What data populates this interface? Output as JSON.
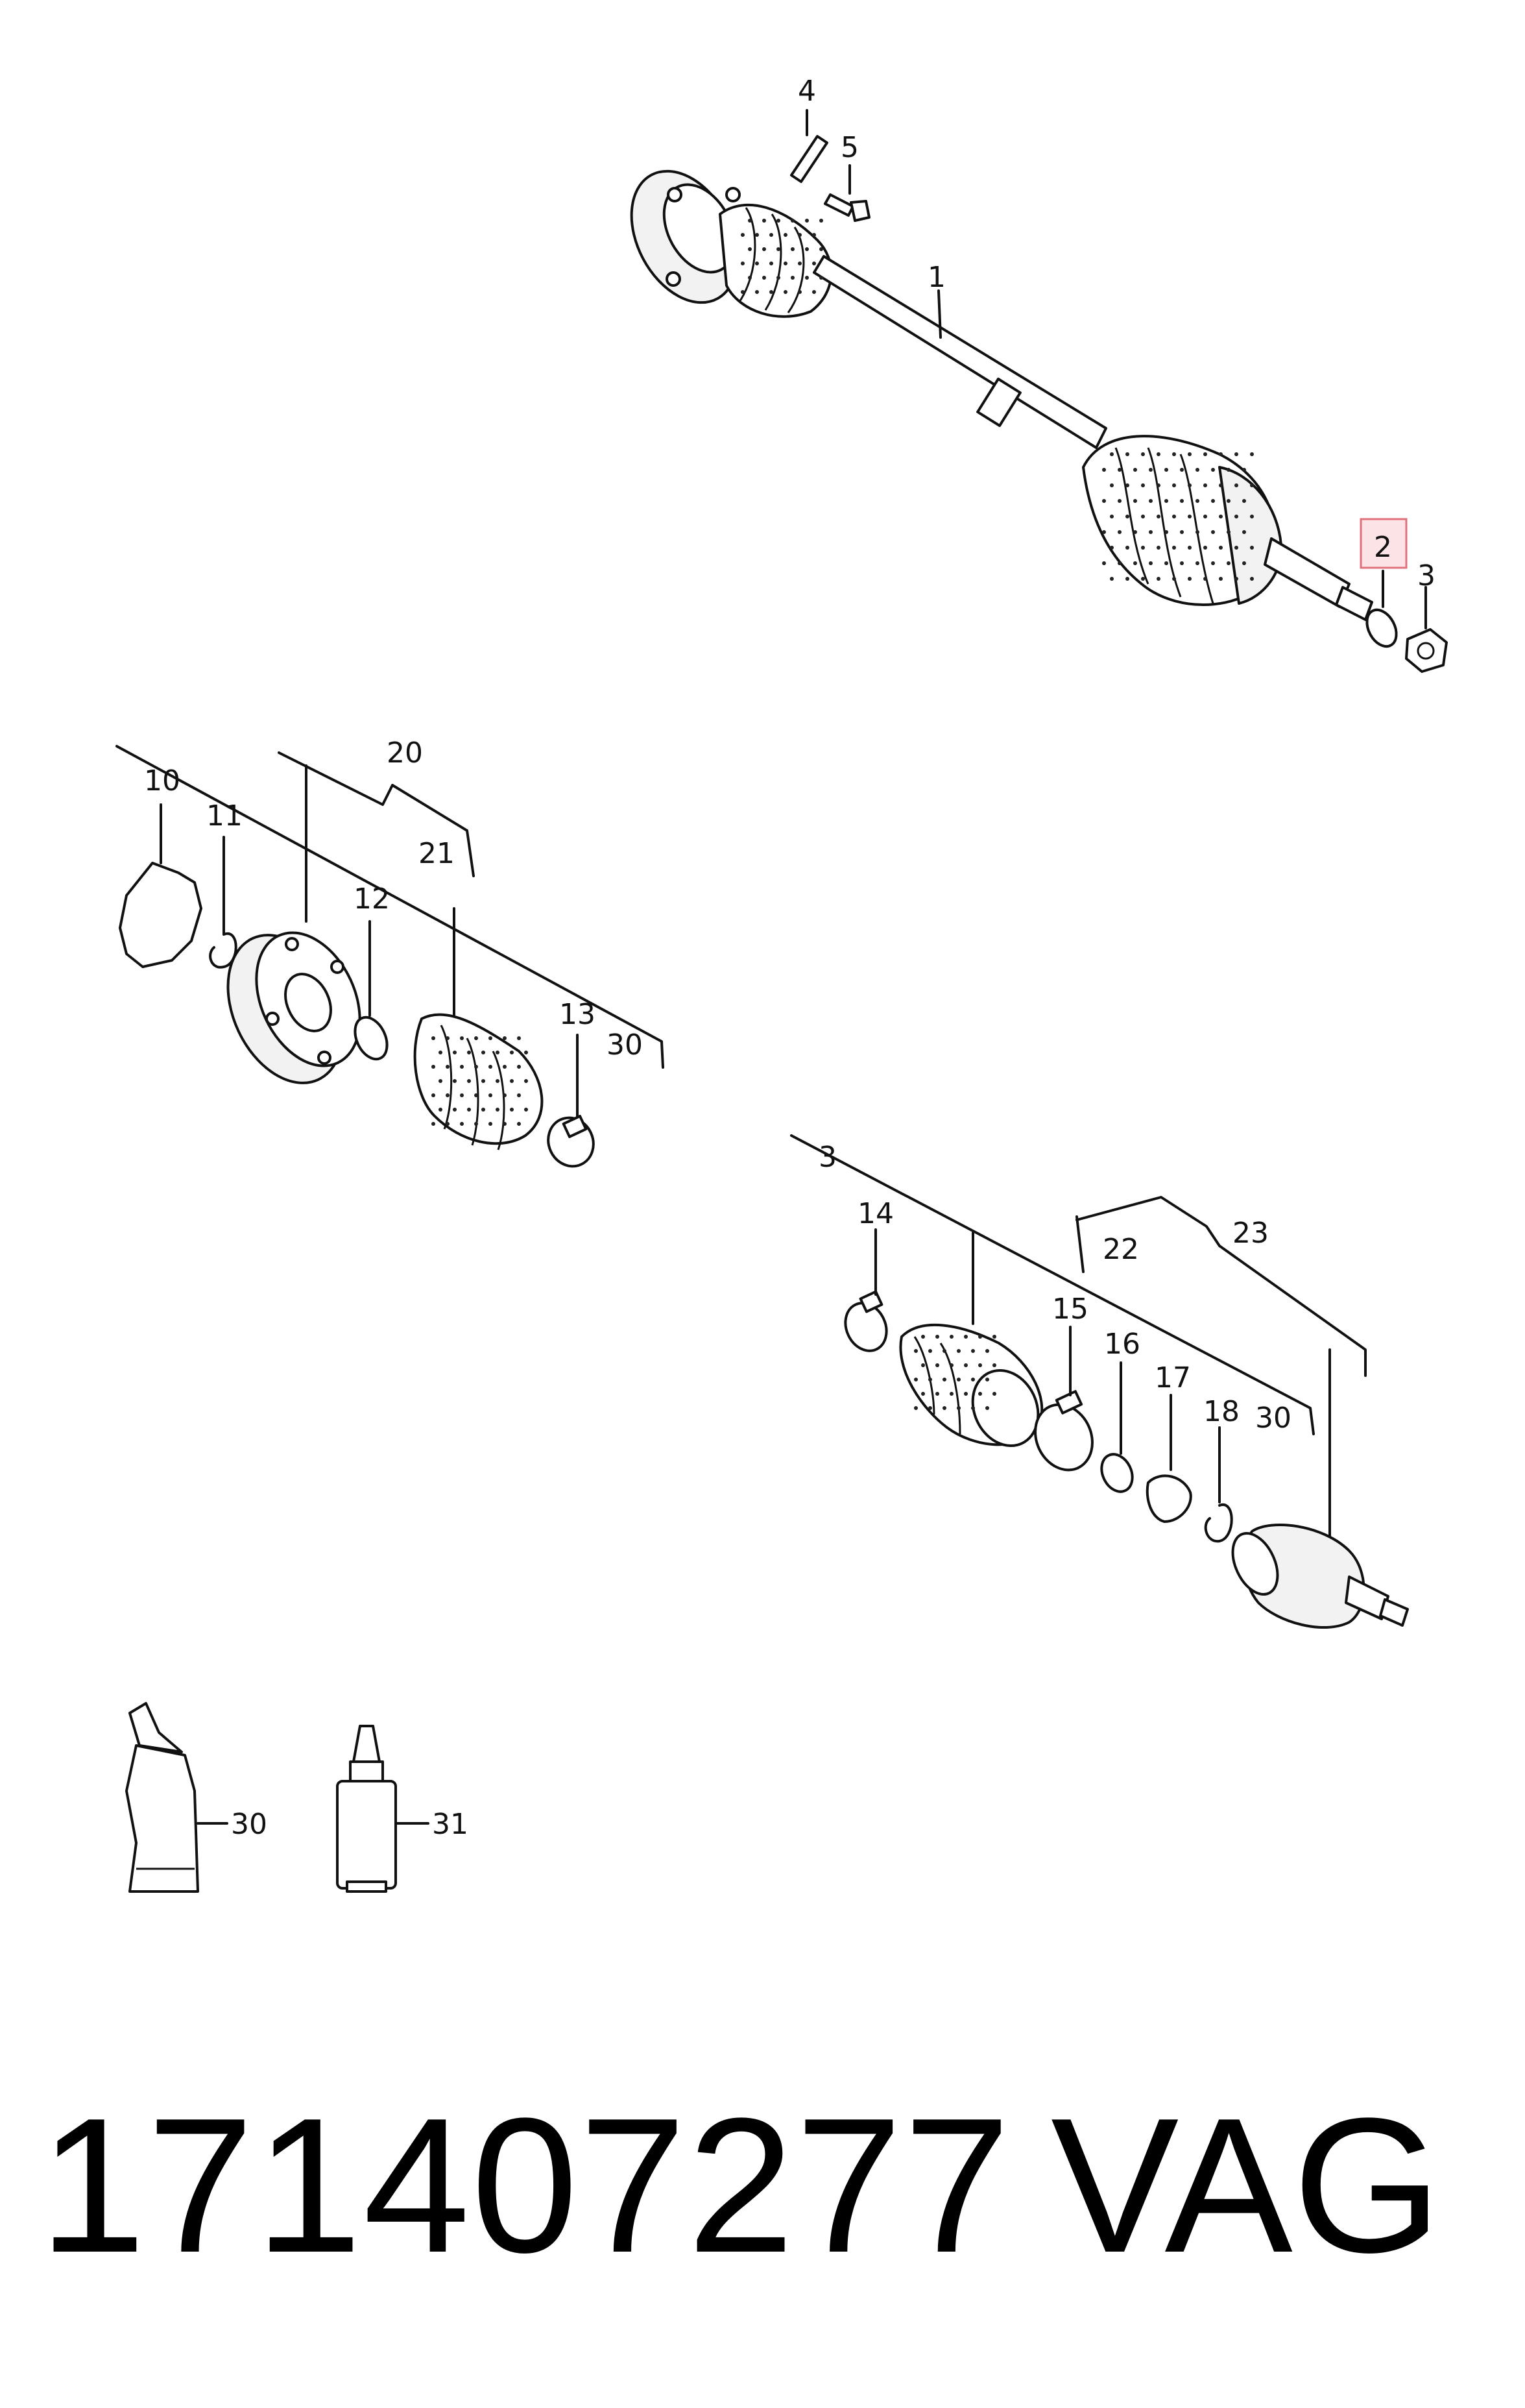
{
  "diagram": {
    "callouts": [
      {
        "id": "c1",
        "label": "1"
      },
      {
        "id": "c2",
        "label": "2",
        "highlighted": true
      },
      {
        "id": "c3a",
        "label": "3"
      },
      {
        "id": "c4",
        "label": "4"
      },
      {
        "id": "c5",
        "label": "5"
      },
      {
        "id": "c10",
        "label": "10"
      },
      {
        "id": "c11",
        "label": "11"
      },
      {
        "id": "c12",
        "label": "12"
      },
      {
        "id": "c13",
        "label": "13"
      },
      {
        "id": "c20",
        "label": "20"
      },
      {
        "id": "c21",
        "label": "21"
      },
      {
        "id": "c30a",
        "label": "30"
      },
      {
        "id": "c3b",
        "label": "3"
      },
      {
        "id": "c14",
        "label": "14"
      },
      {
        "id": "c15",
        "label": "15"
      },
      {
        "id": "c16",
        "label": "16"
      },
      {
        "id": "c17",
        "label": "17"
      },
      {
        "id": "c18",
        "label": "18"
      },
      {
        "id": "c22",
        "label": "22"
      },
      {
        "id": "c23",
        "label": "23"
      },
      {
        "id": "c30b",
        "label": "30"
      },
      {
        "id": "c30c",
        "label": "30"
      },
      {
        "id": "c31",
        "label": "31"
      }
    ],
    "highlight_color": "#e0707a",
    "highlight_fill": "#fbe3e6"
  },
  "footer": {
    "part_number": "171407277",
    "brand": "VAG"
  }
}
